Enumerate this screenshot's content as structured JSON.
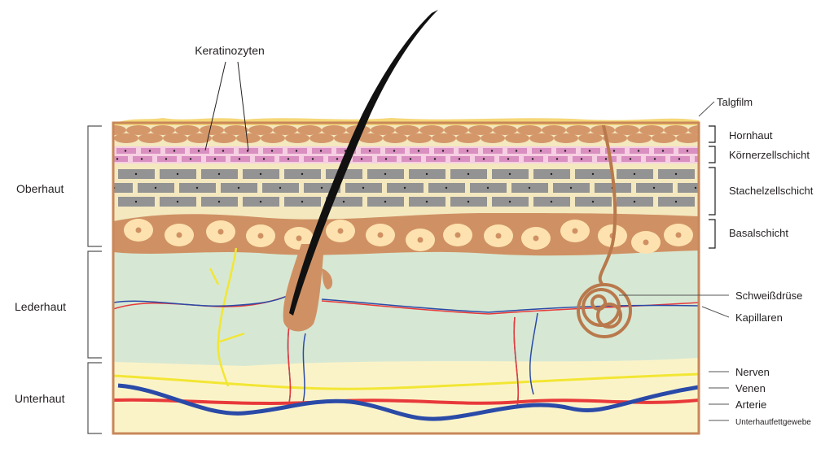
{
  "title_top": "Keratinozyten",
  "left_labels": [
    "Oberhaut",
    "Lederhaut",
    "Unterhaut"
  ],
  "right_labels": {
    "talgfilm": "Talgfilm",
    "hornhaut": "Hornhaut",
    "koernerzellschicht": "Körnerzellschicht",
    "stachelzellschicht": "Stachelzellschicht",
    "basalschicht": "Basalschicht",
    "schweissdruese": "Schweißdrüse",
    "kapillaren": "Kapillaren",
    "nerven": "Nerven",
    "venen": "Venen",
    "arterie": "Arterie",
    "unterhautfettgewebe": "Unterhautfettgewebe"
  },
  "colors": {
    "border": "#c8875a",
    "horn": "#d4976a",
    "granular": "#d98fc0",
    "spinous": "#939393",
    "basal": "#cf9163",
    "cell": "#fde2b0",
    "dermis": "#d6e8d4",
    "hypodermis": "#fbf3c8",
    "nerve": "#f2e634",
    "vein": "#2a4aa8",
    "artery": "#e8393a",
    "hair": "#111111"
  }
}
